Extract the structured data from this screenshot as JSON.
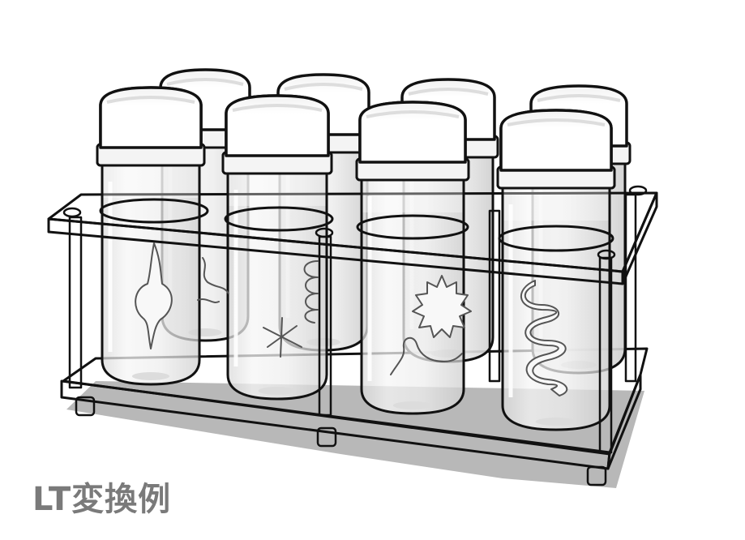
{
  "caption": {
    "text": "LT変換例",
    "color": "#7a7a7a"
  },
  "illustration": {
    "subject": "rack-of-eight-specimen-vials",
    "vial_count": 8,
    "colors": {
      "ink": "#111111",
      "shadow": "#b8b8b8",
      "glass": "#f2f2f2",
      "cap": "#ffffff"
    }
  }
}
